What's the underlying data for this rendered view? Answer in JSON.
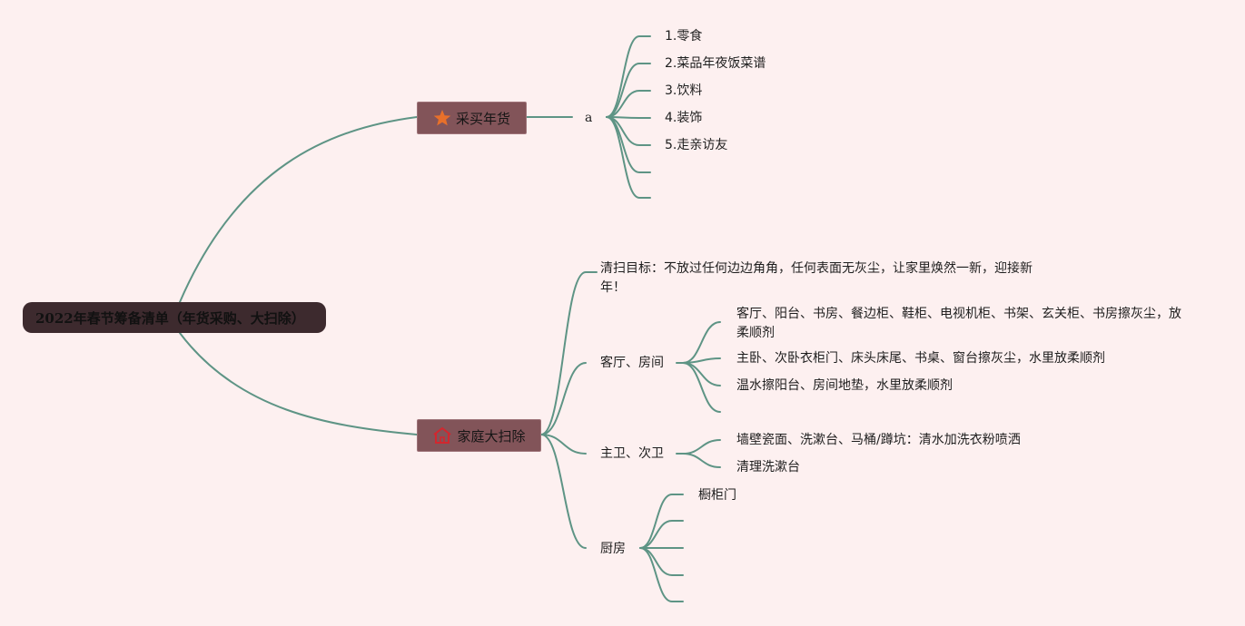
{
  "mindmap": {
    "root": {
      "label": "2022年春节筹备清单（年货采购、大扫除）"
    },
    "branches": [
      {
        "label": "采买年货",
        "icon": "star-icon",
        "sub": "a",
        "items": [
          "1.零食",
          "2.菜品年夜饭菜谱",
          "3.饮料",
          "4.装饰",
          "5.走亲访友",
          "",
          ""
        ]
      },
      {
        "label": "家庭大扫除",
        "icon": "house-icon",
        "goal": "清扫目标：不放过任何边边角角，任何表面无灰尘，让家里焕然一新，迎接新年！",
        "areas": [
          {
            "label": "客厅、房间",
            "items": [
              "客厅、阳台、书房、餐边柜、鞋柜、电视机柜、书架、玄关柜、书房擦灰尘，放柔顺剂",
              "主卧、次卧衣柜门、床头床尾、书桌、窗台擦灰尘，水里放柔顺剂",
              "温水擦阳台、房间地垫，水里放柔顺剂",
              ""
            ]
          },
          {
            "label": "主卫、次卫",
            "items": [
              "墙壁瓷面、洗漱台、马桶/蹲坑：清水加洗衣粉喷洒",
              "清理洗漱台"
            ]
          },
          {
            "label": "厨房",
            "items": [
              "橱柜门",
              "",
              "",
              "",
              ""
            ]
          }
        ]
      }
    ]
  },
  "colors": {
    "background": "#fdf0f0",
    "root_fill": "#3d2a2e",
    "branch_fill": "#825459",
    "connector": "#5e9485",
    "star_icon": "#e8702a",
    "house_icon": "#d2272f"
  }
}
